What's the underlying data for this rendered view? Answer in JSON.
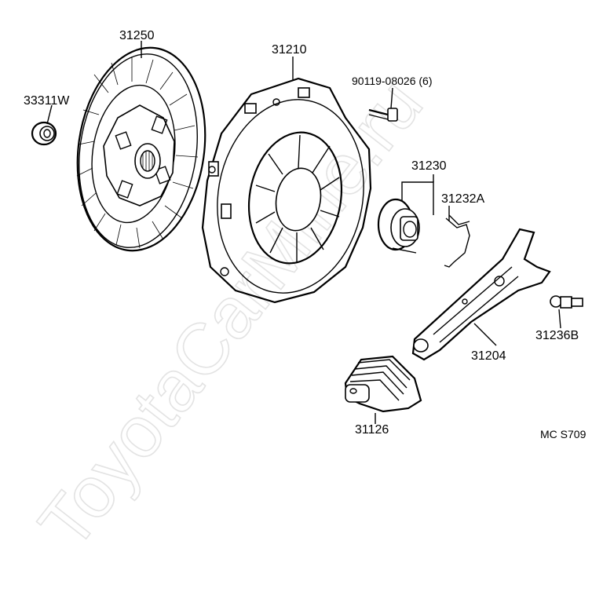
{
  "watermark": "ToyotaCarMine.ru",
  "callouts": {
    "disc": "31250",
    "bearing_small": "33311W",
    "cover": "31210",
    "bolt": "90119-08026 (6)",
    "release_bearing": "31230",
    "clip": "31232A",
    "fork": "31204",
    "pivot": "31236B",
    "boot": "31126"
  },
  "code": "MC S709"
}
